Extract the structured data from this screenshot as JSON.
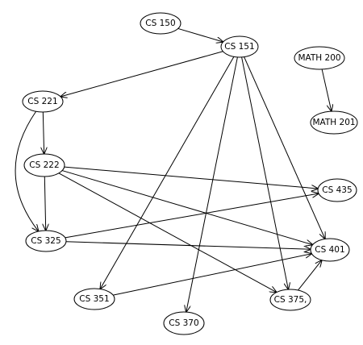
{
  "nodes": [
    {
      "id": "cs150",
      "label": "CS 150"
    },
    {
      "id": "cs151",
      "label": "CS 151"
    },
    {
      "id": "math200",
      "label": "MATH 200"
    },
    {
      "id": "math201",
      "label": "MATH 201"
    },
    {
      "id": "cs221",
      "label": "CS 221"
    },
    {
      "id": "cs222",
      "label": "CS 222"
    },
    {
      "id": "cs435",
      "label": "CS 435"
    },
    {
      "id": "cs325",
      "label": "CS 325"
    },
    {
      "id": "cs401",
      "label": "CS 401"
    },
    {
      "id": "cs351",
      "label": "CS 351"
    },
    {
      "id": "cs375",
      "label": "CS 375,"
    },
    {
      "id": "cs370",
      "label": "CS 370"
    }
  ],
  "edges": [
    {
      "from": "cs150",
      "to": "cs151"
    },
    {
      "from": "cs151",
      "to": "cs221"
    },
    {
      "from": "cs151",
      "to": "cs351"
    },
    {
      "from": "cs151",
      "to": "cs370"
    },
    {
      "from": "cs151",
      "to": "cs375"
    },
    {
      "from": "cs151",
      "to": "cs401"
    },
    {
      "from": "math200",
      "to": "math201"
    },
    {
      "from": "cs221",
      "to": "cs222"
    },
    {
      "from": "cs221",
      "to": "cs325"
    },
    {
      "from": "cs222",
      "to": "cs435"
    },
    {
      "from": "cs222",
      "to": "cs401"
    },
    {
      "from": "cs222",
      "to": "cs375"
    },
    {
      "from": "cs222",
      "to": "cs325"
    },
    {
      "from": "cs325",
      "to": "cs435"
    },
    {
      "from": "cs325",
      "to": "cs401"
    },
    {
      "from": "cs351",
      "to": "cs401"
    },
    {
      "from": "cs375",
      "to": "cs401"
    }
  ]
}
